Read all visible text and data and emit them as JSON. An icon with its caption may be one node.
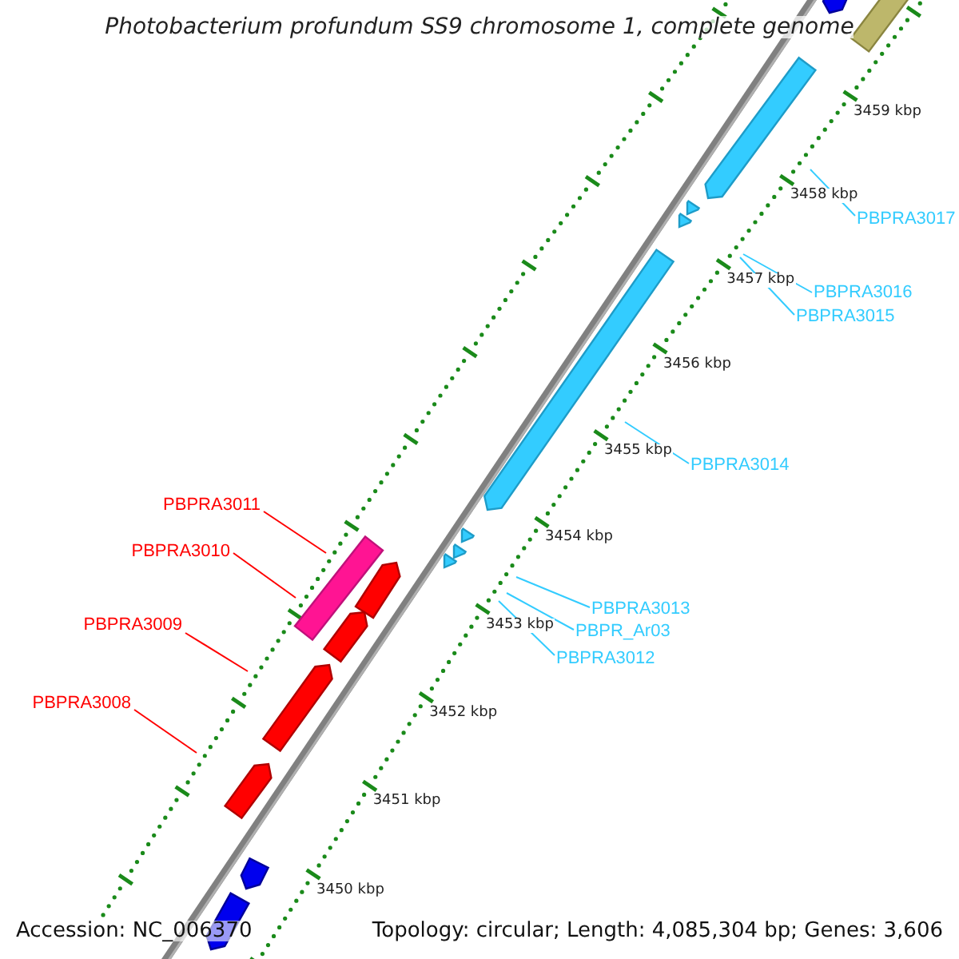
{
  "diagram": {
    "title": "Photobacterium profundum SS9 chromosome 1, complete genome",
    "nodes": [
      {
        "text": [
          "PBPRA3017"
        ]
      },
      {
        "text": [
          "PBPRA3016"
        ]
      },
      {
        "text": [
          "PBPRA3015"
        ]
      },
      {
        "text": [
          "PBPRA3014"
        ]
      },
      {
        "text": [
          "PBPRA3011"
        ]
      },
      {
        "text": [
          "PBPRA3010"
        ]
      },
      {
        "text": [
          "PBPRA3013"
        ]
      },
      {
        "text": [
          "PBPRA3009"
        ]
      },
      {
        "text": [
          "PBPR_Ar03"
        ]
      },
      {
        "text": [
          "PBPRA3012"
        ]
      },
      {
        "text": [
          "PBPRA3008"
        ]
      }
    ],
    "edges": [
      {
        "from": 0,
        "to": null,
        "arrow": "none"
      },
      {
        "from": 1,
        "to": null,
        "arrow": "none"
      },
      {
        "from": 2,
        "to": null,
        "arrow": "none"
      },
      {
        "from": 3,
        "to": null,
        "arrow": "none"
      },
      {
        "from": 4,
        "to": null,
        "arrow": "none",
        "color": "#ff0000"
      },
      {
        "from": 5,
        "to": null,
        "arrow": "none",
        "color": "#ff0000"
      },
      {
        "from": 6,
        "to": null,
        "arrow": "none"
      },
      {
        "from": 7,
        "to": null,
        "arrow": "none",
        "color": "#ff0000"
      },
      {
        "from": 8,
        "to": null,
        "arrow": "none"
      },
      {
        "from": 9,
        "to": null,
        "arrow": "none"
      },
      {
        "from": 10,
        "to": null,
        "arrow": "none",
        "color": "#ff0000"
      }
    ],
    "labels": [
      "3459 kbp",
      "3458 kbp",
      "3457 kbp",
      "3456 kbp",
      "3455 kbp",
      "3454 kbp",
      "3453 kbp",
      "3452 kbp",
      "3451 kbp",
      "3450 kbp",
      "Accession: NC_006370",
      "Topology: circular; Length: 4,085,304 bp; Genes: 3,606"
    ]
  }
}
